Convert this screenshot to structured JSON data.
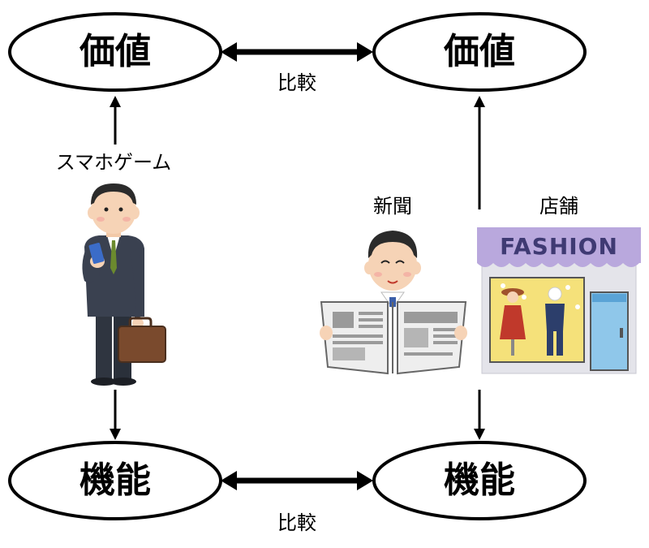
{
  "nodes": {
    "value_left": "価値",
    "value_right": "価値",
    "function_left": "機能",
    "function_right": "機能"
  },
  "edges": {
    "compare_top": "比較",
    "compare_bottom": "比較"
  },
  "captions": {
    "smartphone_game": "スマホゲーム",
    "newspaper": "新聞",
    "store": "店舗"
  },
  "store_sign": "FASHION"
}
